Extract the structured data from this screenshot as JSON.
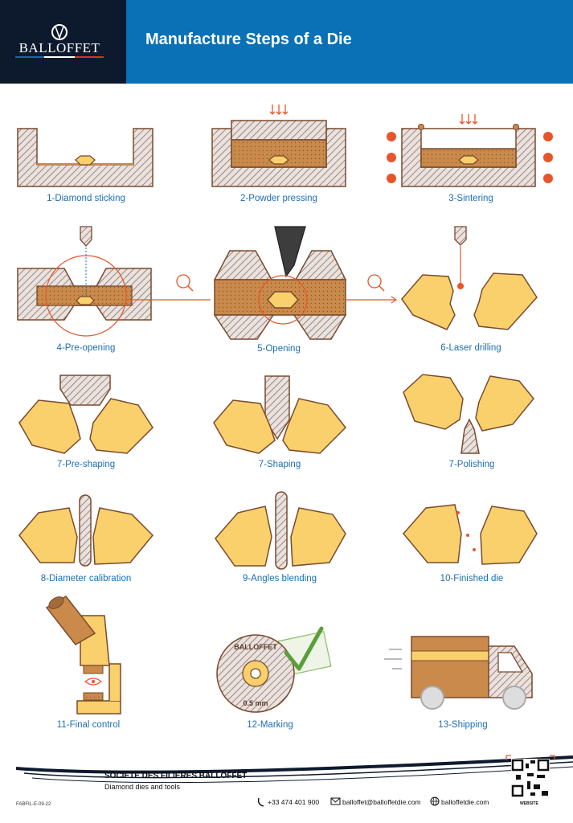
{
  "header": {
    "logo_text": "BALLOFFET",
    "title": "Manufacture Steps of a Die"
  },
  "steps": [
    {
      "label": "1-Diamond sticking"
    },
    {
      "label": "2-Powder pressing"
    },
    {
      "label": "3-Sintering"
    },
    {
      "label": "4-Pre-opening"
    },
    {
      "label": "5-Opening"
    },
    {
      "label": "6-Laser drilling"
    },
    {
      "label": "7-Pre-shaping"
    },
    {
      "label": "7-Shaping"
    },
    {
      "label": "7-Polishing"
    },
    {
      "label": "8-Diameter calibration"
    },
    {
      "label": "9-Angles blending"
    },
    {
      "label": "10-Finished die"
    },
    {
      "label": "11-Final control"
    },
    {
      "label": "12-Marking"
    },
    {
      "label": "13-Shipping"
    }
  ],
  "marking": {
    "top_text": "BALLOFFET",
    "bottom_text": "0.5 mm"
  },
  "footer": {
    "company": "SOCIETE DES FILIERES BALLOFFET",
    "subtitle": "Diamond dies and tools",
    "phone": "+33 474 401 900",
    "email": "balloffet@balloffetdie.com",
    "website": "balloffetdie.com",
    "qr_label": "WEBSITE",
    "ref": "FABFIL-E-09-22"
  },
  "colors": {
    "blue": "#0a71b6",
    "navy": "#0d1a2e",
    "orange": "#e8552a",
    "diamond": "#f9d06b",
    "brown": "#7a4a2e",
    "powder": "#c98a4b"
  }
}
